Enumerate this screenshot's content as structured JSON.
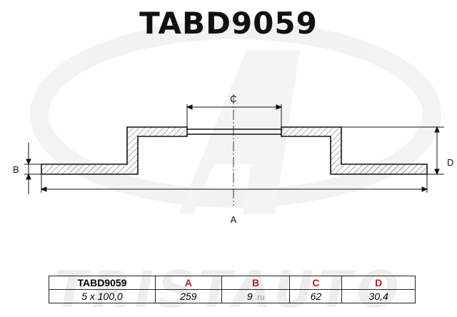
{
  "title": "TABD9059",
  "watermark": {
    "text": "TRISTAUTO",
    "color": "#e6e6e6"
  },
  "colors": {
    "accent": "#b0202a",
    "line": "#111111",
    "hatch": "#555555"
  },
  "diagram": {
    "labels": {
      "a": "A",
      "b": "B",
      "c": "C",
      "d": "D"
    }
  },
  "table": {
    "headers": [
      "TABD9059",
      "A",
      "B",
      "C",
      "D"
    ],
    "row": [
      "5 x 100,0",
      "259",
      "9",
      "62",
      "30,4"
    ],
    "site_mark": ".ru"
  }
}
